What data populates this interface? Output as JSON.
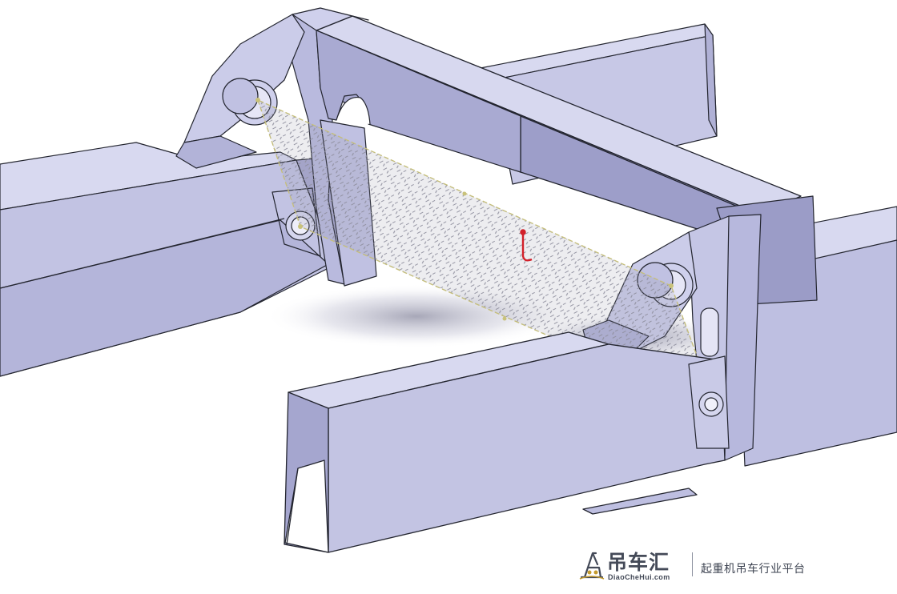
{
  "viewport": {
    "background_color": "#ffffff",
    "model": {
      "beam_face_color": "#c7c8e6",
      "beam_shadow_color": "#9798c2",
      "beam_top_color": "#d8d9f0",
      "edge_color": "#23252f",
      "mesh_color": "#9b9ba8",
      "mesh_dot_color": "#c9c27a",
      "axis_marker_color": "#d2202a"
    }
  },
  "watermark": {
    "logo_icon": "crane-icon",
    "logo_text": "吊车汇",
    "domain": "DiaoCheHui.com",
    "tagline": "起重机吊车行业平台",
    "text_color": "#444a58"
  }
}
